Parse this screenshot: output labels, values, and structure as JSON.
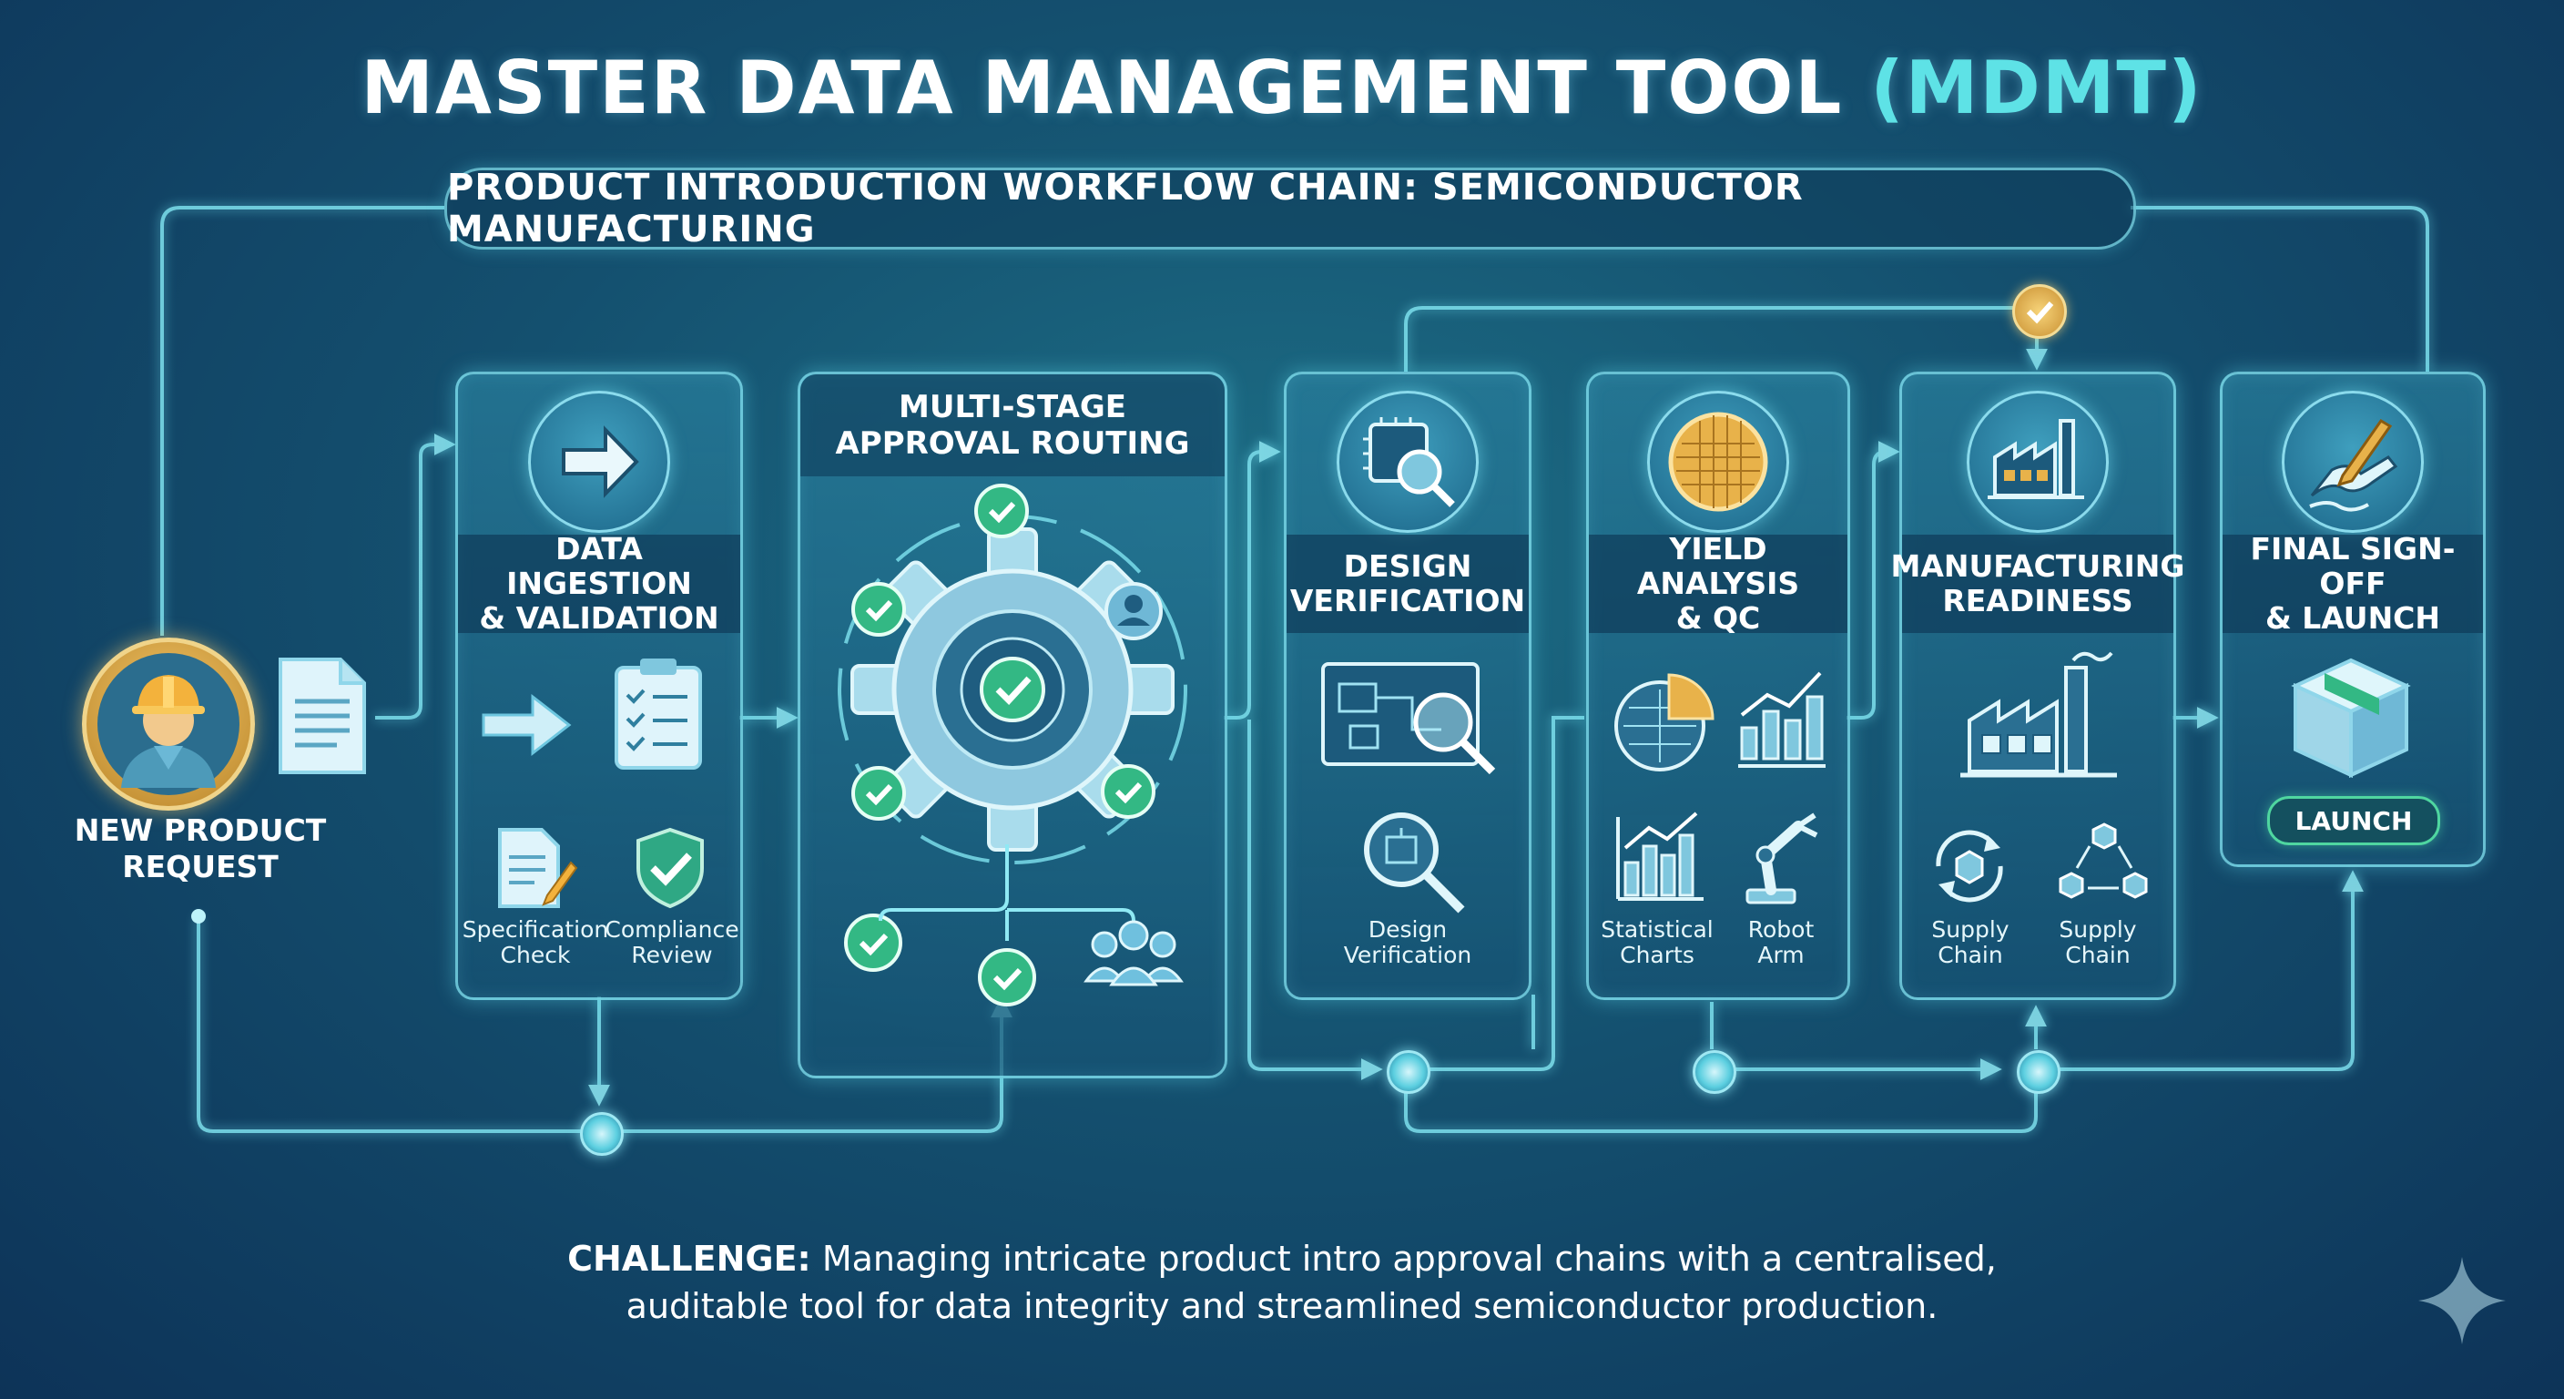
{
  "header": {
    "title": "MASTER DATA MANAGEMENT TOOL",
    "title_accent": "(MDMT)",
    "subtitle": "PRODUCT INTRODUCTION WORKFLOW CHAIN: SEMICONDUCTOR MANUFACTURING"
  },
  "requester": {
    "label": "NEW PRODUCT\nREQUEST",
    "icon": "engineer-avatar-icon",
    "doc_icon": "document-icon"
  },
  "stages": {
    "ingestion": {
      "label": "DATA INGESTION\n& VALIDATION",
      "icon": "arrow-right-icon",
      "subs": [
        {
          "label": "Specification\nCheck",
          "icon": "spec-edit-icon"
        },
        {
          "label": "Compliance\nReview",
          "icon": "shield-check-icon"
        }
      ]
    },
    "approval": {
      "label": "MULTI-STAGE\nAPPROVAL ROUTING",
      "icon": "gear-check-icon"
    },
    "design": {
      "label": "DESIGN\nVERIFICATION",
      "icon": "chip-magnifier-icon",
      "subs": [
        {
          "label": "Design\nVerification",
          "icon": "magnifier-icon"
        }
      ]
    },
    "yield": {
      "label": "YIELD ANALYSIS\n& QC",
      "icon": "wafer-icon",
      "subs": [
        {
          "label": "Statistical\nCharts",
          "icon": "bar-chart-icon"
        },
        {
          "label": "Robot\nArm",
          "icon": "robot-arm-icon"
        }
      ]
    },
    "manufacturing": {
      "label": "MANUFACTURING\nREADINESS",
      "icon": "factory-icon",
      "subs": [
        {
          "label": "Supply\nChain",
          "icon": "box-cycle-icon"
        },
        {
          "label": "Supply\nChain",
          "icon": "cube-network-icon"
        }
      ]
    },
    "signoff": {
      "label": "FINAL SIGN-OFF\n& LAUNCH",
      "icon": "signing-hand-icon",
      "launch_label": "LAUNCH",
      "box_icon": "package-icon"
    }
  },
  "footer": {
    "challenge_label": "CHALLENGE:",
    "challenge_line1": "Managing intricate product intro approval chains with a centralised,",
    "challenge_line2": "auditable tool for data integrity and streamlined semiconductor production."
  },
  "colors": {
    "accent": "#5ee2e6",
    "line": "#7fe3f0",
    "check_green": "#33b884",
    "gold": "#e8b24a",
    "background_dark": "#0d3358"
  }
}
